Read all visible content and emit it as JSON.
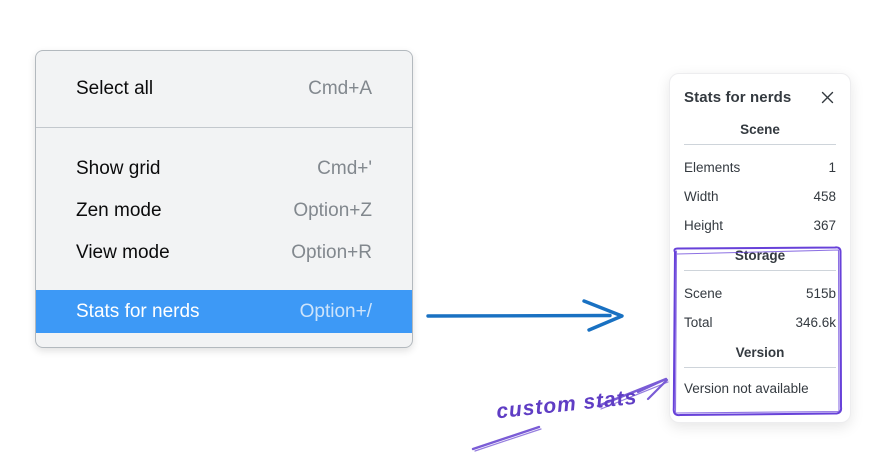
{
  "menu": {
    "groups": [
      {
        "items": [
          {
            "label": "Select all",
            "shortcut": "Cmd+A"
          }
        ]
      },
      {
        "items": [
          {
            "label": "Show grid",
            "shortcut": "Cmd+'"
          },
          {
            "label": "Zen mode",
            "shortcut": "Option+Z"
          },
          {
            "label": "View mode",
            "shortcut": "Option+R"
          },
          {
            "label": "Stats for nerds",
            "shortcut": "Option+/",
            "highlighted": true
          }
        ]
      }
    ],
    "highlight_color": "#3d99f6"
  },
  "stats_panel": {
    "title": "Stats for nerds",
    "icons": {
      "close": "close-icon"
    },
    "sections": [
      {
        "heading": "Scene",
        "rows": [
          {
            "label": "Elements",
            "value": "1"
          },
          {
            "label": "Width",
            "value": "458"
          },
          {
            "label": "Height",
            "value": "367"
          }
        ]
      },
      {
        "heading": "Storage",
        "rows": [
          {
            "label": "Scene",
            "value": "515b"
          },
          {
            "label": "Total",
            "value": "346.6k"
          }
        ]
      },
      {
        "heading": "Version",
        "note": "Version not available"
      }
    ]
  },
  "annotation": {
    "label": "custom stats",
    "text_color": "#5f3dc4",
    "arrow_color": "#7a5cd6",
    "box_color": "#6741d9"
  },
  "pointer_arrow": {
    "color": "#1971c2"
  }
}
